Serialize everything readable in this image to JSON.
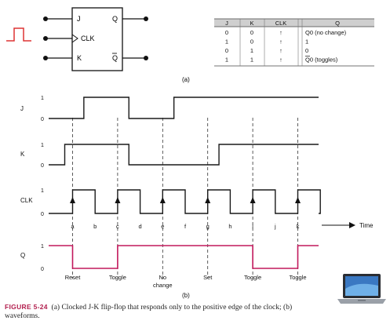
{
  "figure_label": "FIGURE 5-24",
  "caption": "(a) Clocked J-K flip-flop that responds only to the positive edge of the clock; (b) waveforms.",
  "part_a_label": "(a)",
  "part_b_label": "(b)",
  "flipflop": {
    "pin_j": "J",
    "pin_clk": "CLK",
    "pin_k": "K",
    "pin_q": "Q",
    "pin_qbar": "Q"
  },
  "truth_table": {
    "headers": [
      "J",
      "K",
      "CLK",
      "Q"
    ],
    "rows": [
      [
        "0",
        "0",
        "↑",
        "Q0 (no change)"
      ],
      [
        "1",
        "0",
        "↑",
        "1"
      ],
      [
        "0",
        "1",
        "↑",
        "0"
      ],
      [
        "1",
        "1",
        "↑",
        "Q0 (toggles)"
      ]
    ]
  },
  "waveforms": {
    "signals": [
      "J",
      "K",
      "CLK",
      "Q"
    ],
    "level_high": "1",
    "level_low": "0",
    "time_label": "Time",
    "clock_edges": [
      "a",
      "b",
      "c",
      "d",
      "e",
      "f",
      "g",
      "h",
      "i",
      "j",
      "k"
    ],
    "J": [
      0,
      1,
      1,
      0,
      0,
      1,
      1,
      1,
      1,
      1,
      1
    ],
    "K": [
      1,
      1,
      1,
      0,
      0,
      0,
      0,
      1,
      1,
      1,
      1
    ],
    "Q": [
      0,
      0,
      1,
      1,
      1,
      1,
      1,
      1,
      0,
      0,
      1
    ],
    "events": [
      {
        "edge": "a",
        "label": "Reset"
      },
      {
        "edge": "c",
        "label": "Toggle"
      },
      {
        "edge": "e",
        "label": "No change"
      },
      {
        "edge": "g",
        "label": "Set"
      },
      {
        "edge": "i",
        "label": "Toggle"
      },
      {
        "edge": "k",
        "label": "Toggle"
      }
    ]
  },
  "colors": {
    "signal": "#1a1a1a",
    "q_waveform": "#c2185b",
    "table_header": "#cfcfcf",
    "caption_label": "#b21f4e"
  }
}
